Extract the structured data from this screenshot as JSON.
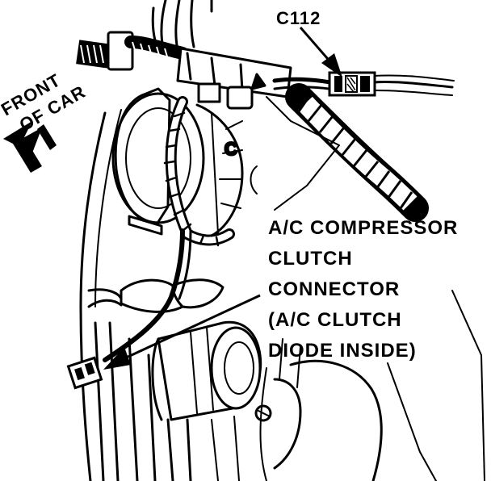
{
  "labels": {
    "c112": "C112",
    "front_line1": "FRONT",
    "front_line2": "OF CAR",
    "connector_line1": "A/C COMPRESSOR",
    "connector_line2": "CLUTCH",
    "connector_line3": "CONNECTOR",
    "connector_line4": "(A/C CLUTCH",
    "connector_line5": "DIODE INSIDE)"
  },
  "colors": {
    "ink": "#000000",
    "paper": "#ffffff"
  },
  "icons": {
    "front_direction": "arrow-left-down-icon",
    "c112_pointer": "arrow-pointer-icon",
    "connector_pointer": "arrow-pointer-icon"
  }
}
